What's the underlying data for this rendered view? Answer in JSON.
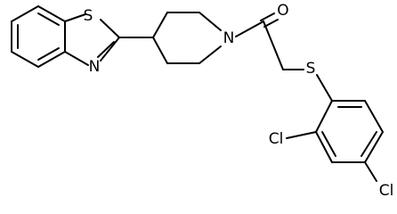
{
  "colors": {
    "background": "#ffffff",
    "bond": "#000000",
    "label": "#000000"
  },
  "atoms": {
    "thiazole_s": "S",
    "thiazole_n": "N",
    "piperidine_n": "N",
    "carbonyl_o": "O",
    "thioether_s": "S",
    "chloro_ortho": "Cl",
    "chloro_para": "Cl"
  }
}
